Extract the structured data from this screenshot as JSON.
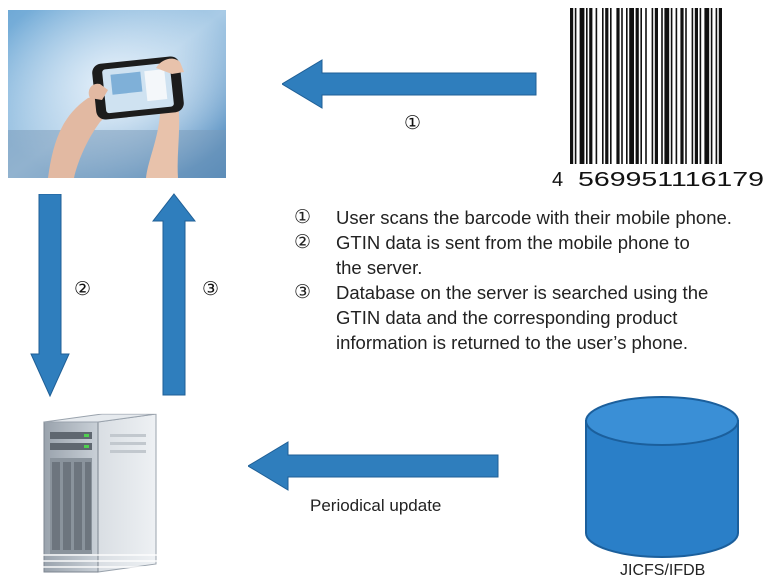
{
  "barcode": {
    "number_prefix": "4",
    "number_digits": "569951116179"
  },
  "arrows": {
    "scan_label": "①",
    "send_label": "②",
    "return_label": "③",
    "update_label": "Periodical update"
  },
  "steps": [
    {
      "num": "①",
      "text": "User scans the barcode with their mobile phone."
    },
    {
      "num": "②",
      "text": "GTIN data is sent from the mobile phone to the server."
    },
    {
      "num": "③",
      "text": "Database on the server is searched using the GTIN data and the corresponding product information is returned to the user’s phone."
    }
  ],
  "database": {
    "label": "JICFS/IFDB"
  },
  "colors": {
    "arrow": "#2f7ebd",
    "arrow_edge": "#1f5f96",
    "db_fill": "#2a7fc8",
    "db_edge": "#1b5f9c"
  }
}
